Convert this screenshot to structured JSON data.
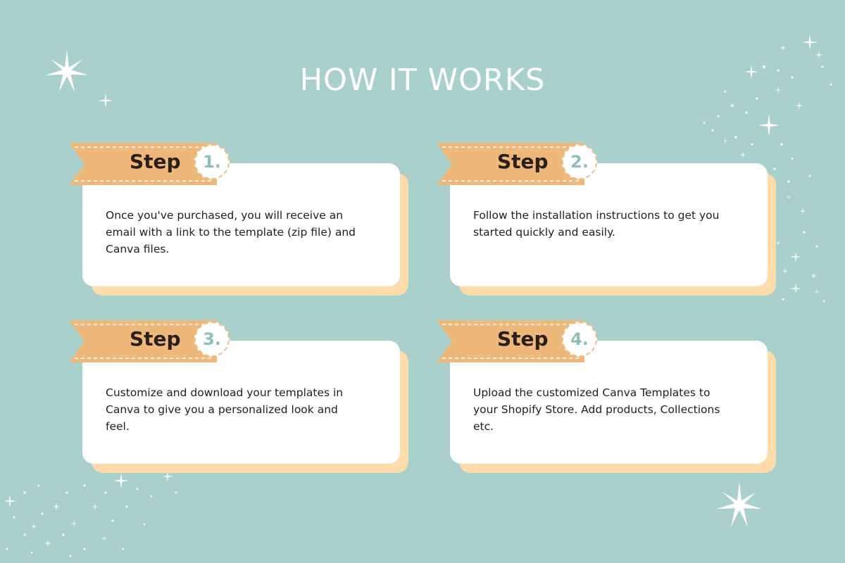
{
  "title": "HOW IT WORKS",
  "colors": {
    "background": "#a9d0ca",
    "ribbon": "#eeb87a",
    "card_shadow": "#fddbaa",
    "step_number": "#8fbfb8"
  },
  "steps": [
    {
      "label": "Step",
      "number": "1.",
      "text": "Once you've purchased, you will receive an email with a link to the template (zip file) and Canva files."
    },
    {
      "label": "Step",
      "number": "2.",
      "text": "Follow the installation instructions to get you started quickly and easily."
    },
    {
      "label": "Step",
      "number": "3.",
      "text": "Customize and download your templates in Canva to give you a personalized look and feel."
    },
    {
      "label": "Step",
      "number": "4.",
      "text": "Upload the customized Canva Templates to your Shopify Store. Add products, Collections etc."
    }
  ]
}
